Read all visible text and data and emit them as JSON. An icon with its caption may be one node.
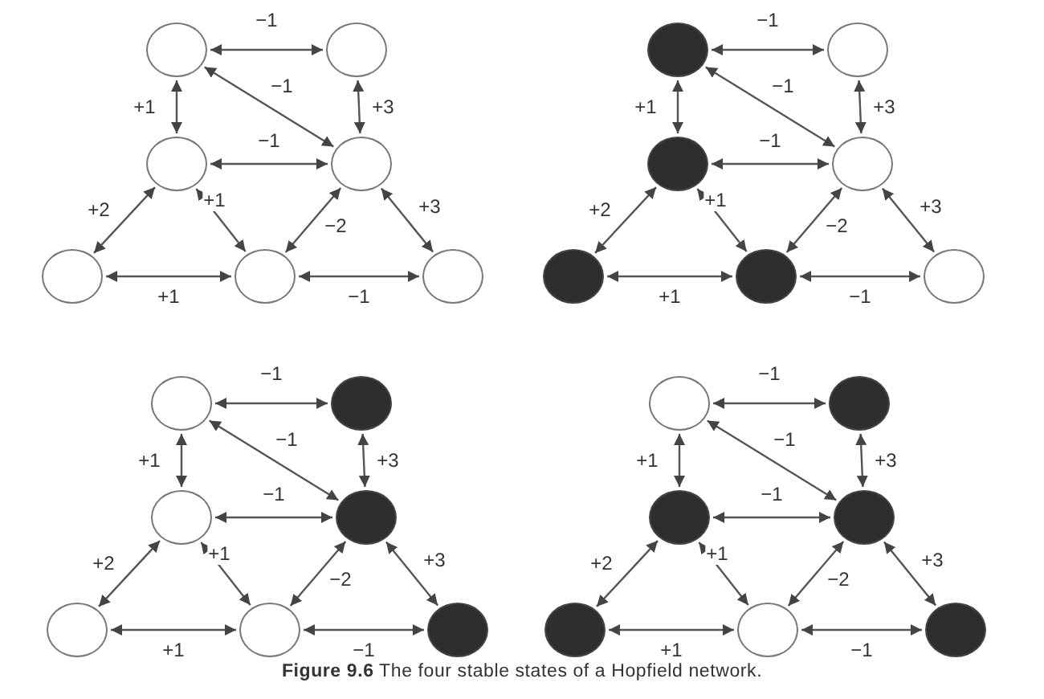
{
  "diagram": {
    "caption": "**Figure 9.6** The four stable states of a Hopfield network.",
    "nodes": [
      {
        "text": [],
        "shape": "circle"
      },
      {
        "text": [],
        "shape": "circle"
      },
      {
        "text": [],
        "shape": "circle"
      },
      {
        "text": [],
        "shape": "circle"
      },
      {
        "text": [],
        "shape": "circle"
      },
      {
        "text": [],
        "shape": "circle"
      },
      {
        "text": [],
        "shape": "circle"
      },
      {
        "text": [],
        "shape": "dot"
      },
      {
        "text": [],
        "shape": "circle"
      },
      {
        "text": [],
        "shape": "dot"
      },
      {
        "text": [],
        "shape": "circle"
      },
      {
        "text": [],
        "shape": "dot"
      },
      {
        "text": [],
        "shape": "dot"
      },
      {
        "text": [],
        "shape": "circle"
      },
      {
        "text": [],
        "shape": "circle"
      },
      {
        "text": [],
        "shape": "dot"
      },
      {
        "text": [],
        "shape": "circle"
      },
      {
        "text": [],
        "shape": "dot"
      },
      {
        "text": [],
        "shape": "circle"
      },
      {
        "text": [],
        "shape": "circle"
      },
      {
        "text": [],
        "shape": "dot"
      },
      {
        "text": [],
        "shape": "circle"
      },
      {
        "text": [],
        "shape": "dot"
      },
      {
        "text": [],
        "shape": "dot"
      },
      {
        "text": [],
        "shape": "dot"
      },
      {
        "text": [],
        "shape": "dot"
      },
      {
        "text": [],
        "shape": "circle"
      },
      {
        "text": [],
        "shape": "dot"
      }
    ],
    "edges": [
      {
        "from": 0,
        "to": 1,
        "arrow": "both",
        "label": "−1"
      },
      {
        "from": 0,
        "to": 2,
        "arrow": "both",
        "label": "+1"
      },
      {
        "from": 0,
        "to": 3,
        "arrow": "both",
        "label": "−1"
      },
      {
        "from": 1,
        "to": 3,
        "arrow": "both",
        "label": "+3"
      },
      {
        "from": 2,
        "to": 3,
        "arrow": "both",
        "label": "−1"
      },
      {
        "from": 2,
        "to": 4,
        "arrow": "both",
        "label": "+2"
      },
      {
        "from": 2,
        "to": 5,
        "arrow": "both",
        "label": "+1"
      },
      {
        "from": 3,
        "to": 5,
        "arrow": "both",
        "label": "−2"
      },
      {
        "from": 3,
        "to": 6,
        "arrow": "both",
        "label": "+3"
      },
      {
        "from": 4,
        "to": 5,
        "arrow": "both",
        "label": "+1"
      },
      {
        "from": 5,
        "to": 6,
        "arrow": "both",
        "label": "−1"
      },
      {
        "from": 7,
        "to": 8,
        "arrow": "both",
        "label": "−1"
      },
      {
        "from": 7,
        "to": 9,
        "arrow": "both",
        "label": "+1"
      },
      {
        "from": 7,
        "to": 10,
        "arrow": "both",
        "label": "−1"
      },
      {
        "from": 8,
        "to": 10,
        "arrow": "both",
        "label": "+3"
      },
      {
        "from": 9,
        "to": 10,
        "arrow": "both",
        "label": "−1"
      },
      {
        "from": 9,
        "to": 11,
        "arrow": "both",
        "label": "+2"
      },
      {
        "from": 9,
        "to": 12,
        "arrow": "both",
        "label": "+1"
      },
      {
        "from": 10,
        "to": 12,
        "arrow": "both",
        "label": "−2"
      },
      {
        "from": 10,
        "to": 13,
        "arrow": "both",
        "label": "+3"
      },
      {
        "from": 11,
        "to": 12,
        "arrow": "both",
        "label": "+1"
      },
      {
        "from": 12,
        "to": 13,
        "arrow": "both",
        "label": "−1"
      },
      {
        "from": 14,
        "to": 15,
        "arrow": "both",
        "label": "−1"
      },
      {
        "from": 14,
        "to": 16,
        "arrow": "both",
        "label": "+1"
      },
      {
        "from": 14,
        "to": 17,
        "arrow": "both",
        "label": "−1"
      },
      {
        "from": 15,
        "to": 17,
        "arrow": "both",
        "label": "+3"
      },
      {
        "from": 16,
        "to": 17,
        "arrow": "both",
        "label": "−1"
      },
      {
        "from": 16,
        "to": 18,
        "arrow": "both",
        "label": "+2"
      },
      {
        "from": 16,
        "to": 19,
        "arrow": "both",
        "label": "+1"
      },
      {
        "from": 17,
        "to": 19,
        "arrow": "both",
        "label": "−2"
      },
      {
        "from": 17,
        "to": 20,
        "arrow": "both",
        "label": "+3"
      },
      {
        "from": 18,
        "to": 19,
        "arrow": "both",
        "label": "+1"
      },
      {
        "from": 19,
        "to": 20,
        "arrow": "both",
        "label": "−1"
      },
      {
        "from": 21,
        "to": 22,
        "arrow": "both",
        "label": "−1"
      },
      {
        "from": 21,
        "to": 23,
        "arrow": "both",
        "label": "+1"
      },
      {
        "from": 21,
        "to": 24,
        "arrow": "both",
        "label": "−1"
      },
      {
        "from": 22,
        "to": 24,
        "arrow": "both",
        "label": "+3"
      },
      {
        "from": 23,
        "to": 24,
        "arrow": "both",
        "label": "−1"
      },
      {
        "from": 23,
        "to": 25,
        "arrow": "both",
        "label": "+2"
      },
      {
        "from": 23,
        "to": 26,
        "arrow": "both",
        "label": "+1"
      },
      {
        "from": 24,
        "to": 26,
        "arrow": "both",
        "label": "−2"
      },
      {
        "from": 24,
        "to": 27,
        "arrow": "both",
        "label": "+3"
      },
      {
        "from": 25,
        "to": 26,
        "arrow": "both",
        "label": "+1"
      },
      {
        "from": 26,
        "to": 27,
        "arrow": "both",
        "label": "−1"
      }
    ]
  }
}
